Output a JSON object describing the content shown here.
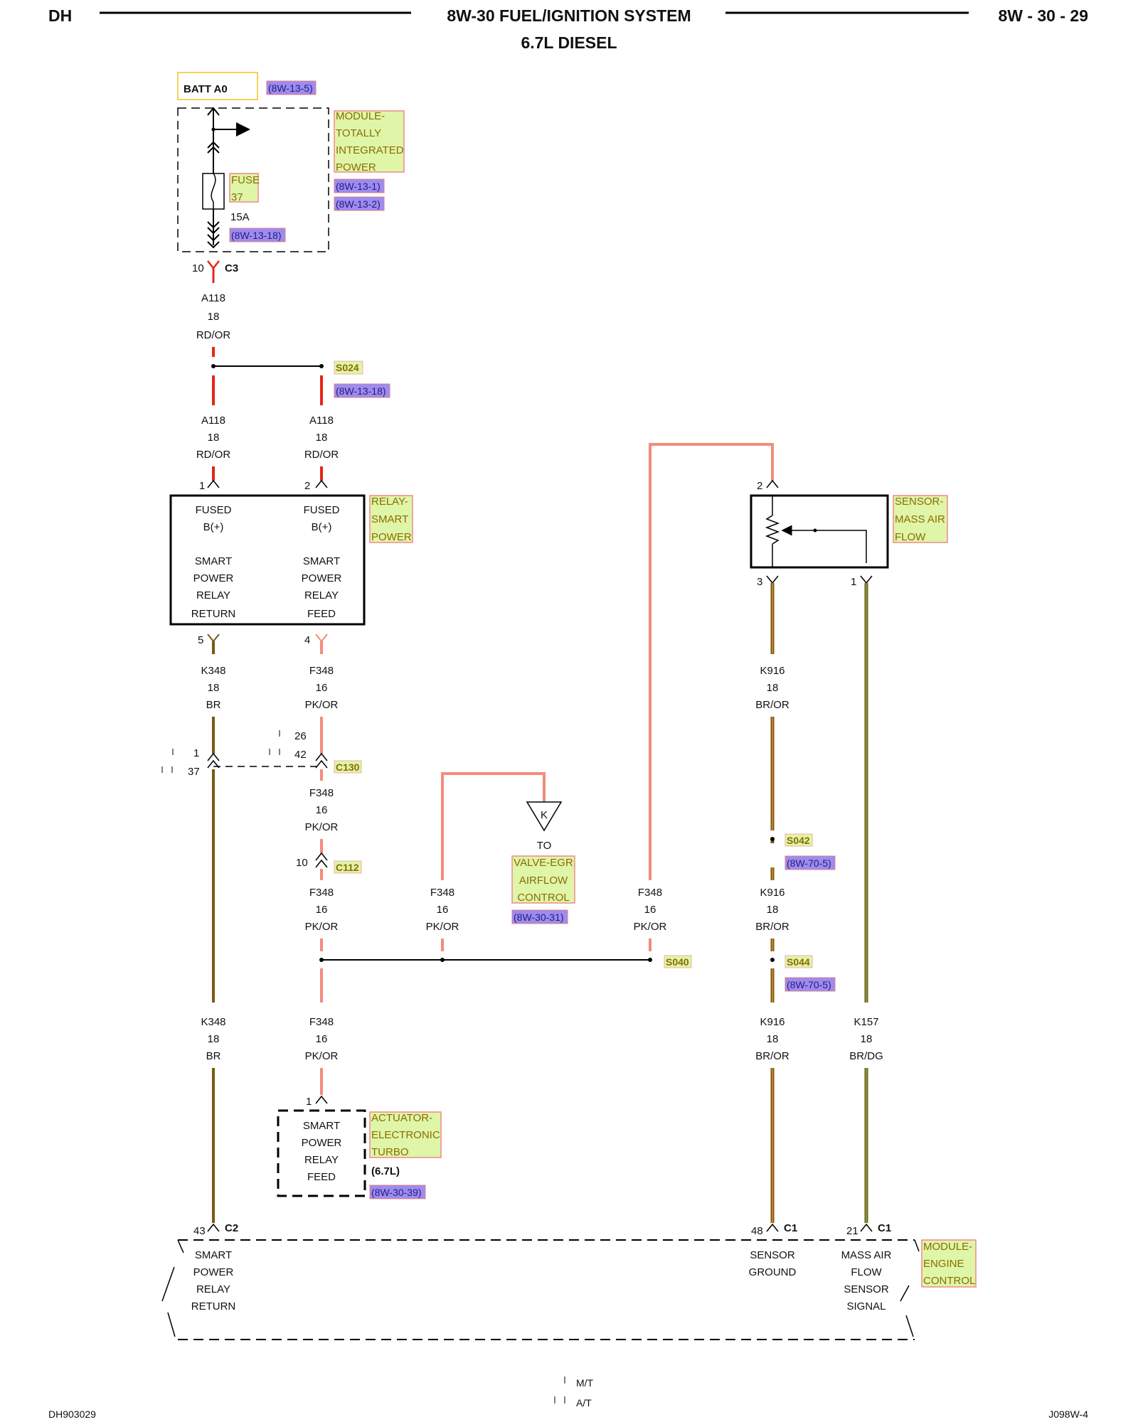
{
  "header": {
    "left": "DH",
    "title": "8W-30 FUEL/IGNITION SYSTEM",
    "subtitle": "6.7L DIESEL",
    "page": "8W - 30 - 29"
  },
  "footer": {
    "left": "DH903029",
    "right": "J098W-4",
    "mt": "M/T",
    "at": "A/T"
  },
  "colors": {
    "red_or": "#e8241a",
    "pk_or": "#f28c7c",
    "brown": "#7a5a10",
    "br_or_stripe": "#d98a2a",
    "br_dg_stripe": "#6fa04a",
    "label_fill": "#dff5a8",
    "label_border": "#f08a8a",
    "link_fill": "#9c8cf0",
    "batt_border": "#f5d060"
  },
  "batt": {
    "label": "BATT A0",
    "ref": "(8W-13-5)"
  },
  "tipm": {
    "label": [
      "MODULE-",
      "TOTALLY",
      "INTEGRATED",
      "POWER"
    ],
    "refs": [
      "(8W-13-1)",
      "(8W-13-2)"
    ],
    "fuse_label": [
      "FUSE",
      "37"
    ],
    "fuse_rating": "15A",
    "fuse_ref": "(8W-13-18)",
    "pin": "10",
    "connector": "C3"
  },
  "splice_s024": {
    "label": "S024",
    "ref": "(8W-13-18)"
  },
  "wires": {
    "a118_top": [
      "A118",
      "18",
      "RD/OR"
    ],
    "a118_left": [
      "A118",
      "18",
      "RD/OR"
    ],
    "a118_right": [
      "A118",
      "18",
      "RD/OR"
    ],
    "k348_top": [
      "K348",
      "18",
      "BR"
    ],
    "f348_top": [
      "F348",
      "16",
      "PK/OR"
    ],
    "f348_mid": [
      "F348",
      "16",
      "PK/OR"
    ],
    "f348_main": [
      "F348",
      "16",
      "PK/OR"
    ],
    "f348_egr": [
      "F348",
      "16",
      "PK/OR"
    ],
    "f348_maf": [
      "F348",
      "16",
      "PK/OR"
    ],
    "k348_bot": [
      "K348",
      "18",
      "BR"
    ],
    "f348_bot": [
      "F348",
      "16",
      "PK/OR"
    ],
    "k916_top": [
      "K916",
      "18",
      "BR/OR"
    ],
    "k916_mid": [
      "K916",
      "18",
      "BR/OR"
    ],
    "k916_bot": [
      "K916",
      "18",
      "BR/OR"
    ],
    "k157": [
      "K157",
      "18",
      "BR/DG"
    ]
  },
  "relay": {
    "label": [
      "RELAY-",
      "SMART",
      "POWER"
    ],
    "pin1": "1",
    "pin2": "2",
    "pin5": "5",
    "pin4": "4",
    "left_text": [
      "FUSED",
      "B(+)",
      "",
      "SMART",
      "POWER",
      "RELAY",
      "RETURN"
    ],
    "right_text": [
      "FUSED",
      "B(+)",
      "",
      "SMART",
      "POWER",
      "RELAY",
      "FEED"
    ]
  },
  "c130": {
    "label": "C130",
    "pin_k348_1": "1",
    "pin_k348_37": "37",
    "pin_f348_26": "26",
    "pin_f348_42": "42"
  },
  "c112": {
    "label": "C112",
    "pin": "10"
  },
  "egr": {
    "pin": "K",
    "to": "TO",
    "label": [
      "VALVE-EGR",
      "AIRFLOW",
      "CONTROL"
    ],
    "ref": "(8W-30-31)"
  },
  "splice_s040": {
    "label": "S040"
  },
  "turbo": {
    "pin": "1",
    "text": [
      "SMART",
      "POWER",
      "RELAY",
      "FEED"
    ],
    "label": [
      "ACTUATOR-",
      "ELECTRONIC",
      "TURBO"
    ],
    "note": "(6.7L)",
    "ref": "(8W-30-39)"
  },
  "maf": {
    "label": [
      "SENSOR-",
      "MASS AIR",
      "FLOW"
    ],
    "pin2": "2",
    "pin3": "3",
    "pin1": "1"
  },
  "splice_s042": {
    "label": "S042",
    "ref": "(8W-70-5)"
  },
  "splice_s044": {
    "label": "S044",
    "ref": "(8W-70-5)"
  },
  "ecm": {
    "label": [
      "MODULE-",
      "ENGINE",
      "CONTROL"
    ],
    "pin43": "43",
    "c2": "C2",
    "pin48": "48",
    "c1a": "C1",
    "pin21": "21",
    "c1b": "C1",
    "text_left": [
      "SMART",
      "POWER",
      "RELAY",
      "RETURN"
    ],
    "text_mid": [
      "SENSOR",
      "GROUND"
    ],
    "text_right": [
      "MASS AIR",
      "FLOW",
      "SENSOR",
      "SIGNAL"
    ]
  }
}
